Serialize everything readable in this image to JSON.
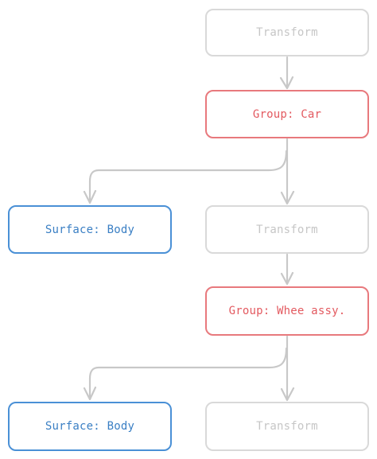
{
  "nodes": {
    "transform_top": "Transform",
    "group_car": "Group: Car",
    "surface_body_1": "Surface: Body",
    "transform_middle": "Transform",
    "group_wheel": "Group: Whee assy.",
    "surface_body_2": "Surface: Body",
    "transform_bottom": "Transform"
  },
  "colors": {
    "transform_border": "#d9d9d9",
    "transform_text": "#c6c6c6",
    "group_border": "#e8797d",
    "group_text": "#e35a60",
    "surface_border": "#4a90d6",
    "surface_text": "#3a7fc4",
    "connector": "#c8c8c8"
  }
}
